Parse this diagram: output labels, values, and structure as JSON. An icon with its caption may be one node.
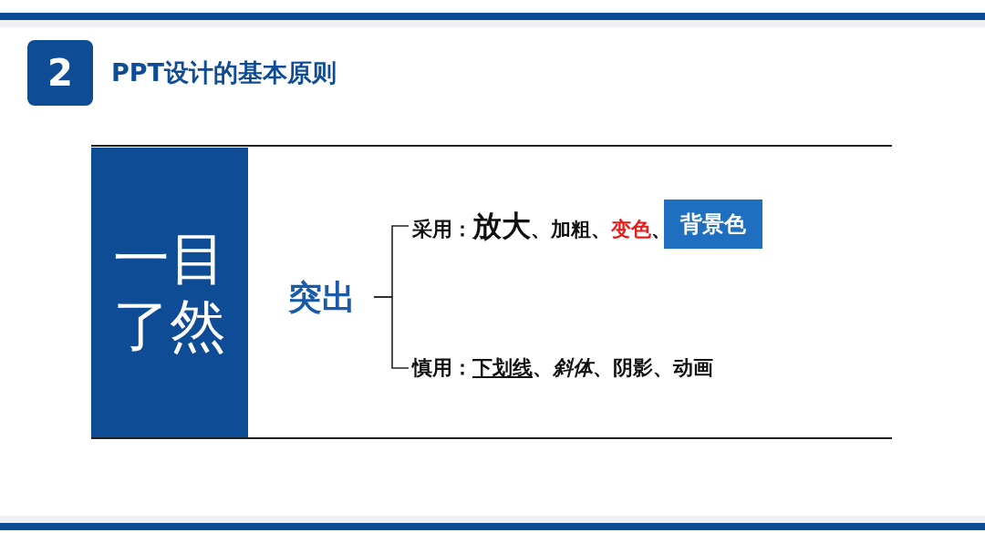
{
  "diagram": {
    "title": "PPT设计的基本原则",
    "nodes": [
      {
        "text": [
          "2"
        ]
      },
      {
        "text": [
          "一目了然"
        ]
      },
      {
        "text": [
          "突出"
        ]
      },
      {
        "text": [
          "采用：",
          "**放大**",
          "、加粗、",
          "变色",
          "、"
        ]
      },
      {
        "text": [
          "背景色"
        ]
      },
      {
        "text": [
          "慎用：",
          "下划线",
          "、*斜体*、阴影、动画"
        ]
      }
    ],
    "edges": [
      {
        "from": 2,
        "to": 3,
        "arrow": "none"
      },
      {
        "from": 2,
        "to": 5,
        "arrow": "none"
      }
    ]
  }
}
